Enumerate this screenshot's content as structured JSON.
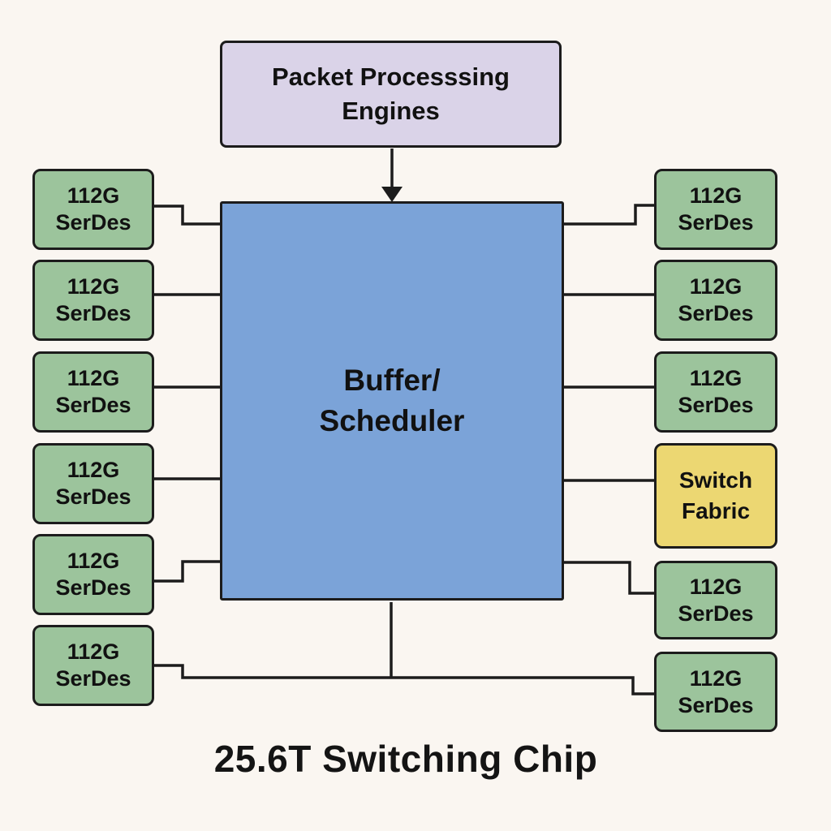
{
  "title": "25.6T Switching Chip",
  "packet_engines": {
    "line1": "Packet Processsing",
    "line2": "Engines"
  },
  "buffer_scheduler": {
    "line1": "Buffer/",
    "line2": "Scheduler"
  },
  "left_serdes": [
    {
      "line1": "112G",
      "line2": "SerDes"
    },
    {
      "line1": "112G",
      "line2": "SerDes"
    },
    {
      "line1": "112G",
      "line2": "SerDes"
    },
    {
      "line1": "112G",
      "line2": "SerDes"
    },
    {
      "line1": "112G",
      "line2": "SerDes"
    },
    {
      "line1": "112G",
      "line2": "SerDes"
    }
  ],
  "right_nodes": [
    {
      "line1": "112G",
      "line2": "SerDes"
    },
    {
      "line1": "112G",
      "line2": "SerDes"
    },
    {
      "line1": "112G",
      "line2": "SerDes"
    },
    {
      "line1": "Switch",
      "line2": "Fabric"
    },
    {
      "line1": "112G",
      "line2": "SerDes"
    },
    {
      "line1": "112G",
      "line2": "SerDes"
    }
  ],
  "colors": {
    "background": "#faf6f1",
    "serdes_green": "#9cc49c",
    "buffer_blue": "#7ba3d8",
    "packet_purple": "#dad3e8",
    "fabric_yellow": "#ecd772",
    "line_black": "#1c1c1c"
  }
}
